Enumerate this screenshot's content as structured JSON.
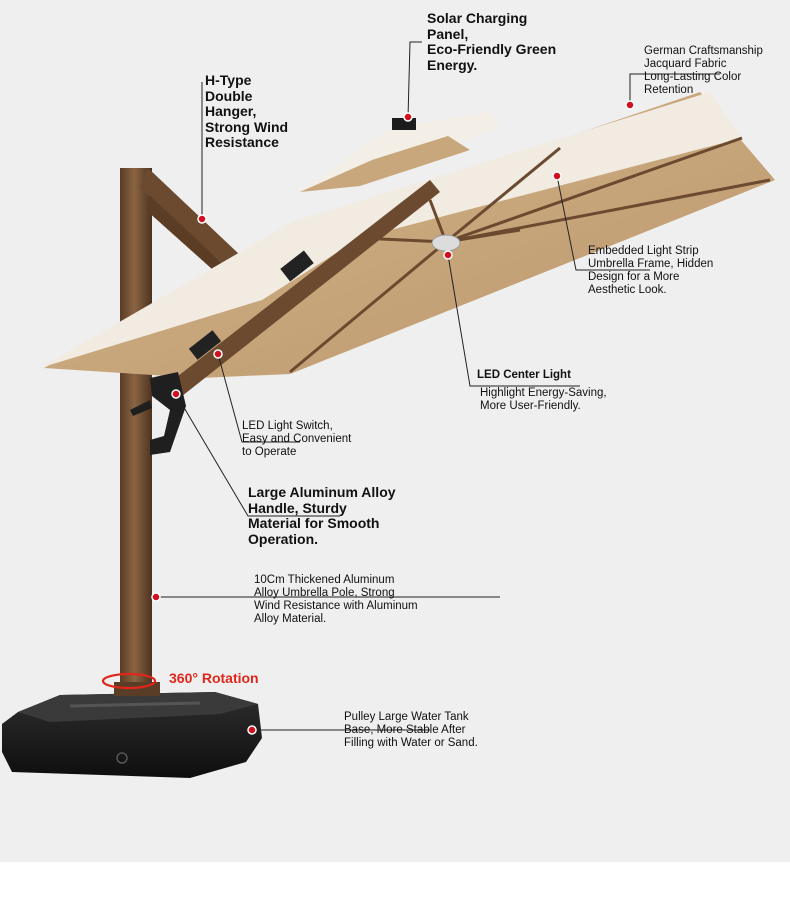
{
  "callouts": {
    "solar_panel": "Solar Charging\nPanel,\nEco-Friendly Green\nEnergy.",
    "fabric": "German Craftsmanship\nJacquard Fabric\nLong-Lasting Color\nRetention",
    "hanger": "H-Type\nDouble\nHanger,\nStrong Wind\nResistance",
    "light_strip": "Embedded Light Strip\nUmbrella Frame, Hidden\nDesign for a More\nAesthetic Look.",
    "center_light_title": "LED Center Light",
    "center_light_desc": "Highlight Energy-Saving,\nMore User-Friendly.",
    "light_switch": "LED Light Switch,\nEasy and Convenient\nto Operate",
    "handle": "Large Aluminum Alloy\nHandle, Sturdy\nMaterial for Smooth\nOperation.",
    "pole": "10Cm Thickened Aluminum\nAlloy Umbrella Pole, Strong\nWind Resistance with Aluminum\nAlloy Material.",
    "rotation": "360° Rotation",
    "base": "Pulley Large Water Tank\nBase, More Stable After\nFilling with Water or Sand."
  },
  "colors": {
    "canopy_top": "#f1ebe1",
    "canopy_under": "#c9a77d",
    "frame": "#6b4a2f",
    "pole": "#7a5638",
    "base": "#1b1b1b",
    "accent_red": "#e0261b"
  }
}
